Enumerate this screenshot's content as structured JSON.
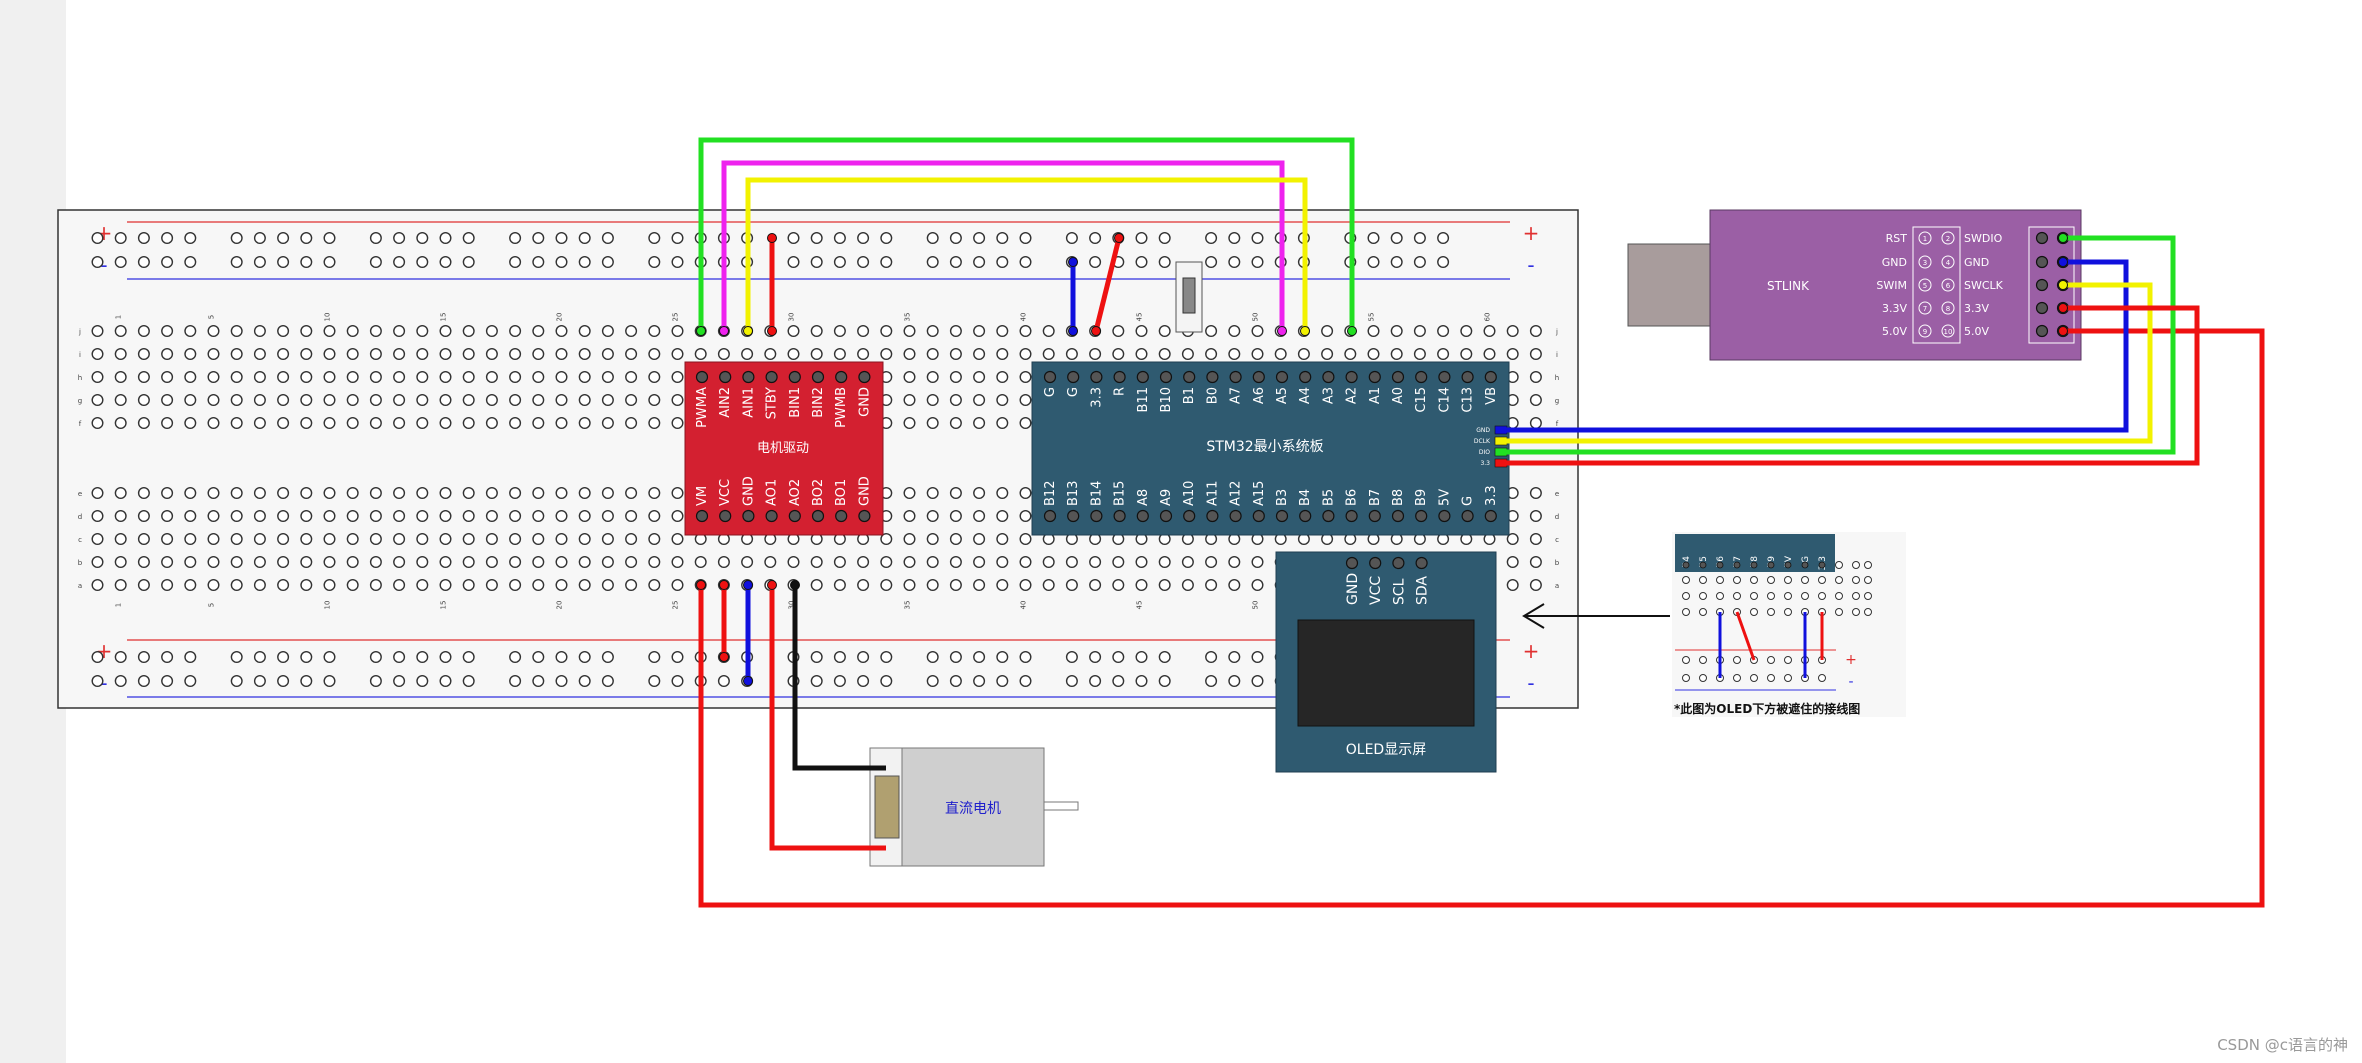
{
  "breadboard": {
    "plus": "+",
    "minus": "-",
    "col_numbers": [
      "1",
      "5",
      "10",
      "15",
      "20",
      "25",
      "30",
      "35",
      "40",
      "45",
      "50",
      "55",
      "60"
    ],
    "row_letters_top": [
      "j",
      "i",
      "h",
      "g",
      "f"
    ],
    "row_letters_bottom": [
      "e",
      "d",
      "c",
      "b",
      "a"
    ]
  },
  "motor_driver": {
    "title": "电机驱动",
    "top_pins": [
      "PWMA",
      "AIN2",
      "AIN1",
      "STBY",
      "BIN1",
      "BIN2",
      "PWMB",
      "GND"
    ],
    "bottom_pins": [
      "VM",
      "VCC",
      "GND",
      "AO1",
      "AO2",
      "BO2",
      "BO1",
      "GND"
    ],
    "color": "#d32030"
  },
  "stm32": {
    "title": "STM32最小系统板",
    "top_pins": [
      "G",
      "G",
      "3.3",
      "R",
      "B11",
      "B10",
      "B1",
      "B0",
      "A7",
      "A6",
      "A5",
      "A4",
      "A3",
      "A2",
      "A1",
      "A0",
      "C15",
      "C14",
      "C13",
      "VB"
    ],
    "bottom_pins": [
      "B12",
      "B13",
      "B14",
      "B15",
      "A8",
      "A9",
      "A10",
      "A11",
      "A12",
      "A15",
      "B3",
      "B4",
      "B5",
      "B6",
      "B7",
      "B8",
      "B9",
      "5V",
      "G",
      "3.3"
    ],
    "debug_pins": [
      "GND",
      "DCLK",
      "DIO",
      "3.3"
    ],
    "color": "#2f5a70"
  },
  "stlink": {
    "title": "STLINK",
    "left_labels": [
      "RST",
      "GND",
      "SWIM",
      "3.3V",
      "5.0V"
    ],
    "right_labels": [
      "SWDIO",
      "GND",
      "SWCLK",
      "3.3V",
      "5.0V"
    ],
    "header_numbers": [
      "1",
      "2",
      "3",
      "4",
      "5",
      "6",
      "7",
      "8",
      "9",
      "10"
    ],
    "color": "#9b5fa5"
  },
  "oled": {
    "title": "OLED显示屏",
    "pins": [
      "GND",
      "VCC",
      "SCL",
      "SDA"
    ],
    "color": "#2f5a70"
  },
  "motor": {
    "title": "直流电机"
  },
  "inset": {
    "pins": [
      "B4",
      "B5",
      "B6",
      "B7",
      "B8",
      "B9",
      "5V",
      "G",
      "3.3"
    ],
    "caption": "*此图为OLED下方被遮住的接线图",
    "plus": "+",
    "minus": "-"
  },
  "wire_colors": {
    "green": "#22e022",
    "magenta": "#ee22ee",
    "yellow": "#f2f200",
    "red": "#ee1111",
    "blue": "#1010dd",
    "black": "#111111"
  },
  "watermark": "CSDN @c语言的神"
}
